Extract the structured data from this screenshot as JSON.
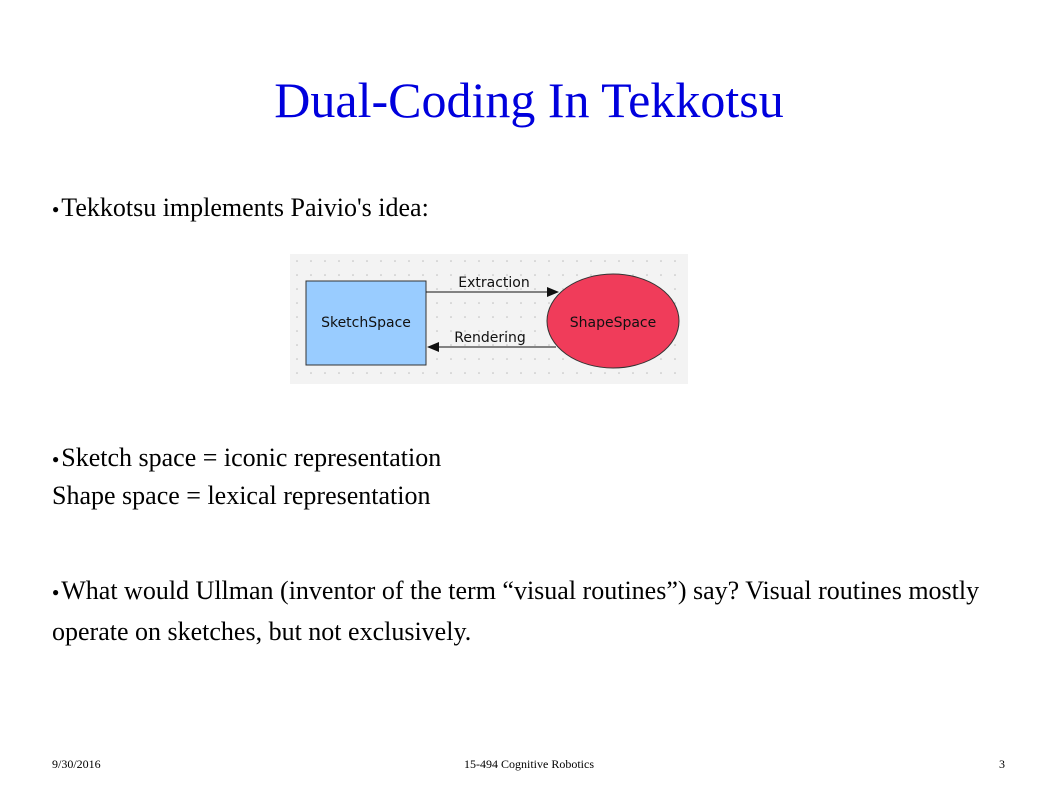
{
  "slide": {
    "title": "Dual-Coding In Tekkotsu",
    "bullets": [
      "Tekkotsu implements  Paivio's idea:",
      "Sketch space = iconic representation",
      "What would Ullman (inventor of the term “visual routines”) say?  Visual routines mostly operate on sketches, but not exclusively."
    ],
    "continuation_line": "Shape space  = lexical representation",
    "bullet_glyph": "●"
  },
  "diagram": {
    "sketch_label": "SketchSpace",
    "shape_label": "ShapeSpace",
    "extraction_label": "Extraction",
    "rendering_label": "Rendering",
    "colors": {
      "sketch_fill": "#99ccff",
      "shape_fill": "#f03c5a",
      "background": "#f3f3f3"
    }
  },
  "footer": {
    "date": "9/30/2016",
    "course": "15-494 Cognitive Robotics",
    "page_number": "3"
  }
}
